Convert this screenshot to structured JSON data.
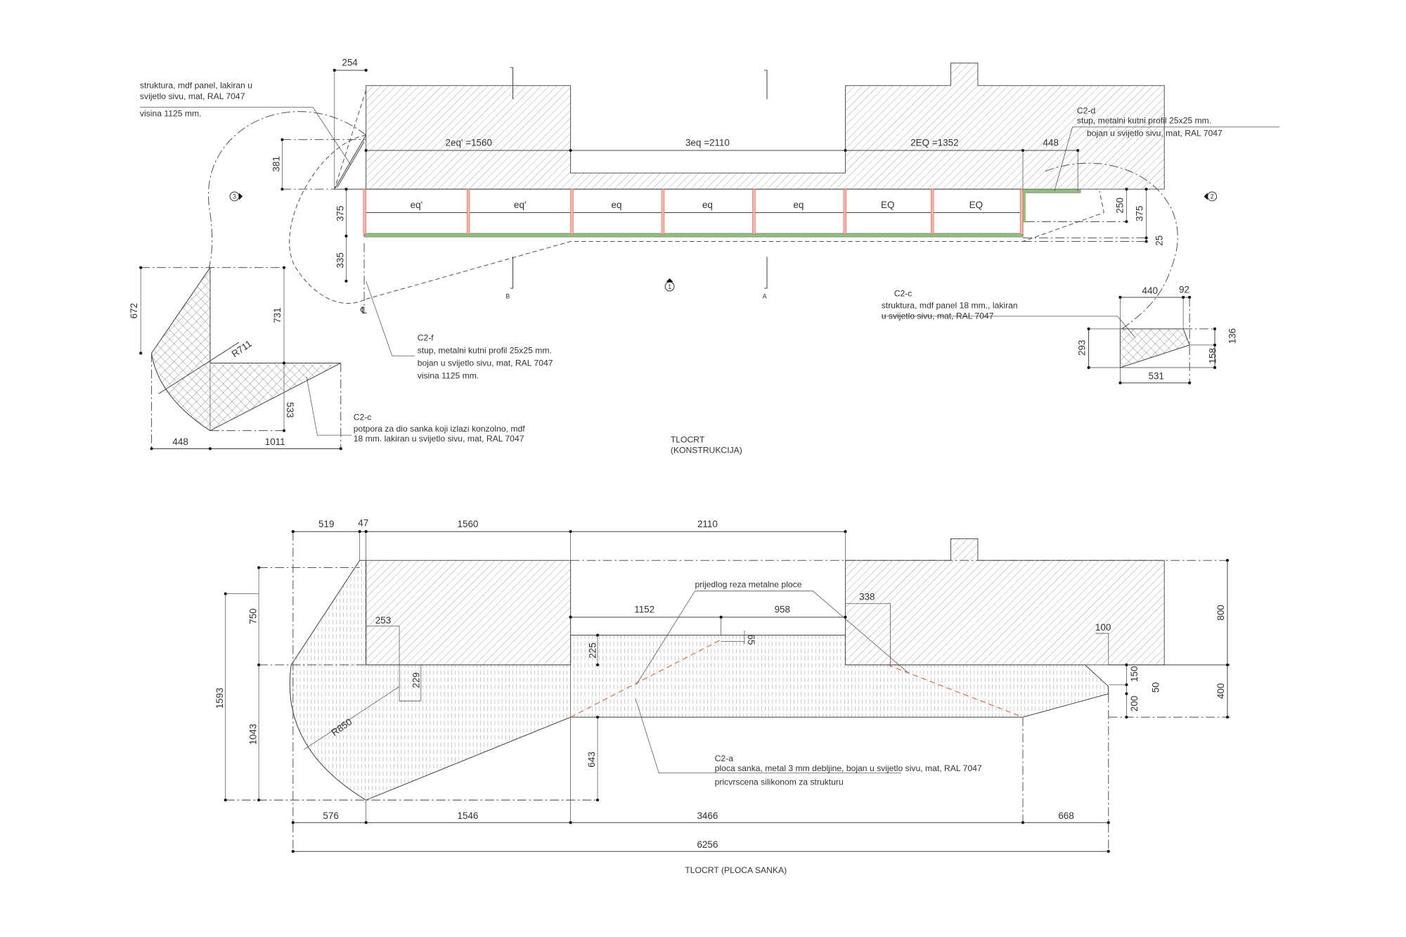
{
  "colors": {
    "line": "#444444",
    "post": "#d9694a",
    "strip": "#8fbf7f",
    "cut_line": "#d9694a"
  },
  "top_plan": {
    "title": "TLOCRT",
    "subtitle": "(KONSTRUKCIJA)",
    "dims": {
      "d254": "254",
      "d381": "381",
      "d375_left": "375",
      "d335": "335",
      "d2eq": "2eq' =1560",
      "d3eq": "3eq =2110",
      "d2EQ": "2EQ =1352",
      "d448": "448",
      "d250": "250",
      "d375_right": "375",
      "d25": "25",
      "d672": "672",
      "d731": "731",
      "r711": "R711",
      "d533": "533",
      "d448_b": "448",
      "d1011": "1011",
      "d440": "440",
      "d92": "92",
      "d293": "293",
      "d158": "158",
      "d136": "136",
      "d531": "531"
    },
    "bays": [
      "eq'",
      "eq'",
      "eq",
      "eq",
      "eq",
      "EQ",
      "EQ"
    ],
    "section_marks": {
      "b": "B",
      "a": "A",
      "cl": "℄"
    },
    "markers": {
      "m1": "1",
      "m2": "2",
      "m3": "3"
    },
    "notes": {
      "struktura": [
        "struktura, mdf panel, lakiran u",
        "svijetlo sivu, mat, RAL 7047",
        "visina 1125 mm."
      ],
      "c2d": [
        "C2-d",
        "stup, metalni kutni profil 25x25 mm.",
        "bojan u svijetlo sivu, mat, RAL 7047"
      ],
      "c2f": [
        "C2-f",
        "stup, metalni kutni profil 25x25 mm.",
        "bojan u svijetlo sivu, mat, RAL 7047",
        "visina 1125 mm."
      ],
      "c2c_left": [
        "C2-c",
        "potpora za dio sanka koji izlazi konzolno, mdf",
        "18 mm. lakiran u svijetlo sivu, mat, RAL 7047"
      ],
      "c2c_right": [
        "C2-c",
        "struktura, mdf panel 18 mm., lakiran",
        "u svijetlo sivu, mat, RAL 7047"
      ]
    }
  },
  "bottom_plan": {
    "title": "TLOCRT (PLOCA SANKA)",
    "dims": {
      "d519": "519",
      "d47": "47",
      "d1560": "1560",
      "d2110": "2110",
      "d750": "750",
      "d1593": "1593",
      "d1043": "1043",
      "d253": "253",
      "d229": "229",
      "r850": "R850",
      "d225": "225",
      "d643": "643",
      "d1152": "1152",
      "d958": "958",
      "d65": "65",
      "d338": "338",
      "d100": "100",
      "d800": "800",
      "d400": "400",
      "d150": "150",
      "d50": "50",
      "d200": "200",
      "d576": "576",
      "d1546": "1546",
      "d3466": "3466",
      "d668": "668",
      "d6256": "6256"
    },
    "notes": {
      "cut": "prijedlog reza metalne ploce",
      "c2a": [
        "C2-a",
        "ploca sanka, metal 3 mm debljine, bojan u svijetlo sivu, mat, RAL 7047",
        "pricvrscena silikonom za strukturu"
      ]
    }
  }
}
